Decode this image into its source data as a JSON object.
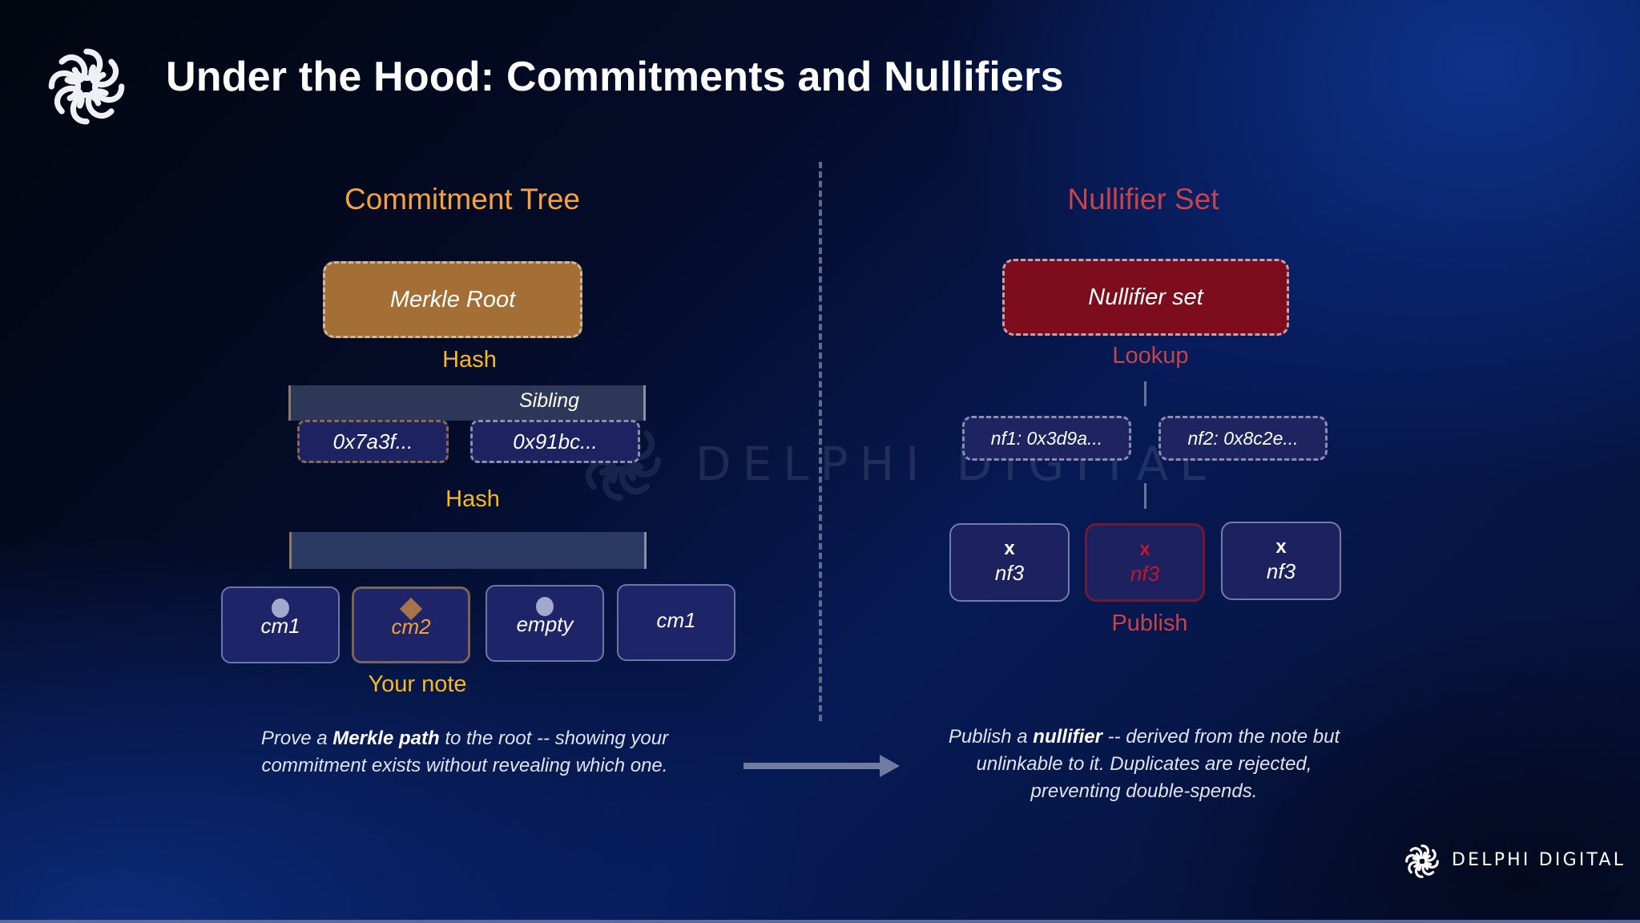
{
  "header": {
    "title": "Under the Hood: Commitments and Nullifiers",
    "logo_icon": "delphi-knot-logo-icon"
  },
  "colors": {
    "commitment_accent": "#f5a23c",
    "nullifier_accent": "#c7424a",
    "hash_label": "#f7b91f",
    "merkle_root_fill": "#a36f35",
    "nullifier_set_fill": "#7d0d1d",
    "box_fill": "#1d2468"
  },
  "commitment_tree": {
    "section_title": "Commitment Tree",
    "root_label": "Merkle Root",
    "hash_label_top": "Hash",
    "sibling_label": "Sibling",
    "hashes": [
      "0x7a3f...",
      "0x91bc..."
    ],
    "hash_label_bottom": "Hash",
    "leaves": [
      {
        "label": "cm1",
        "marker": "circle"
      },
      {
        "label": "cm2",
        "marker": "diamond",
        "highlighted": true
      },
      {
        "label": "empty",
        "marker": "circle"
      },
      {
        "label": "cm1",
        "marker": "none"
      }
    ],
    "your_note_label": "Your note",
    "description_pre": "Prove a ",
    "description_bold": "Merkle path",
    "description_post_line1": " to the root -- showing your",
    "description_line2": "commitment exists without revealing which one."
  },
  "nullifier_set": {
    "section_title": "Nullifier Set",
    "set_label": "Nullifier set",
    "lookup_label": "Lookup",
    "entries": [
      "nf1: 0x3d9a...",
      "nf2: 0x8c2e..."
    ],
    "spends": [
      {
        "mark": "x",
        "label": "nf3"
      },
      {
        "mark": "x",
        "label": "nf3",
        "highlighted": true
      },
      {
        "mark": "x",
        "label": "nf3"
      }
    ],
    "publish_label": "Publish",
    "description_pre": "Publish a ",
    "description_bold": "nullifier",
    "description_post_line1": " -- derived from the note but",
    "description_line2": "unlinkable to it. Duplicates are rejected,",
    "description_line3": "preventing double-spends."
  },
  "arrow_icon": "right-arrow-icon",
  "watermark": {
    "text": "DELPHI DIGITAL"
  },
  "footer": {
    "brand": "DELPHI DIGITAL"
  }
}
